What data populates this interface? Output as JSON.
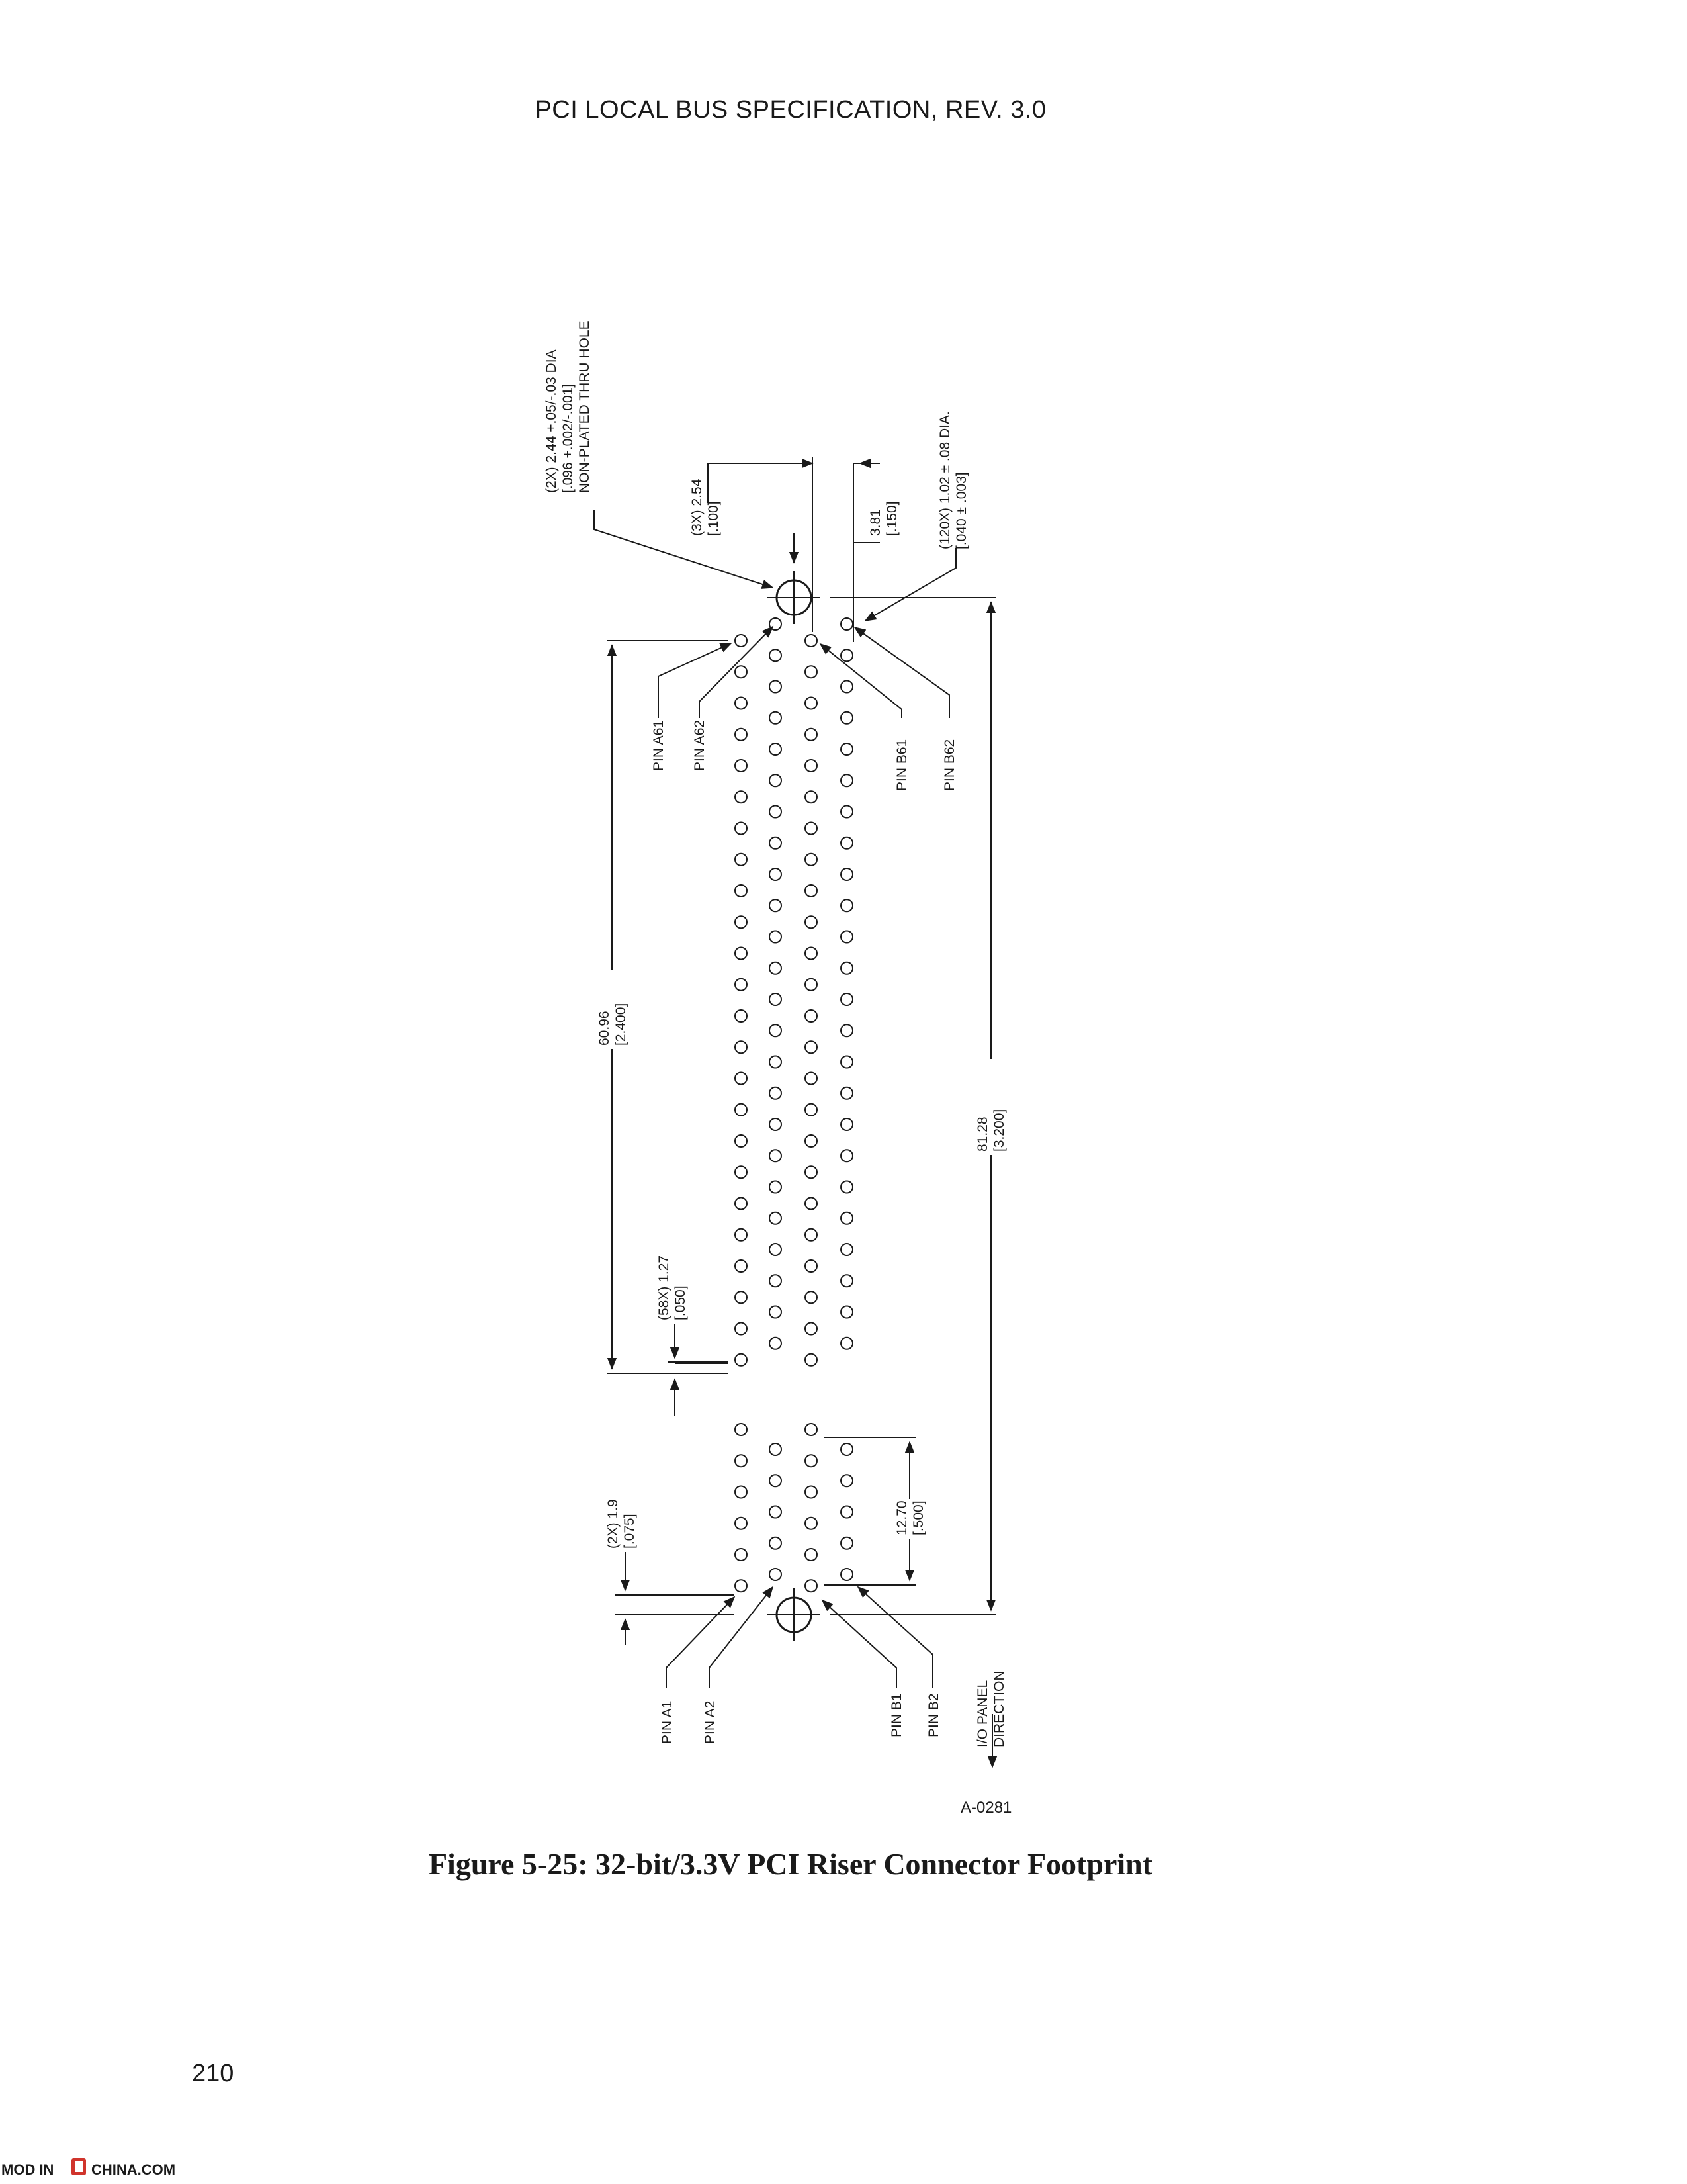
{
  "header": {
    "title": "PCI LOCAL BUS SPECIFICATION, REV. 3.0"
  },
  "diagram": {
    "callouts": {
      "mounting_hole": [
        "(2X) 2.44 +.05/-.03 DIA",
        "[.096 +.002/-.001]",
        "NON-PLATED THRU HOLE"
      ],
      "row_pitch": [
        "(3X) 2.54",
        "[.100]"
      ],
      "offset": [
        "3.81",
        "[.150]"
      ],
      "pin_hole": [
        "(120X) 1.02  ± .08 DIA.",
        "[.040 ± .003]"
      ],
      "span_60": [
        "60.96",
        "[2.400]"
      ],
      "span_81": [
        "81.28",
        "[3.200]"
      ],
      "pin_pitch": [
        "(58X) 1.27",
        "[.050]"
      ],
      "end_spacing": [
        "(2X) 1.9",
        "[.075]"
      ],
      "span_12": [
        "12.70",
        "[.500]"
      ],
      "io_panel": [
        "I/O PANEL",
        "DIRECTION"
      ]
    },
    "pins": {
      "a61": "PIN A61",
      "a62": "PIN A62",
      "b61": "PIN B61",
      "b62": "PIN B62",
      "a1": "PIN A1",
      "a2": "PIN A2",
      "b1": "PIN B1",
      "b2": "PIN B2"
    },
    "figure_id": "A-0281"
  },
  "caption": "Figure 5-25:  32-bit/3.3V PCI Riser Connector Footprint",
  "page_number": "210",
  "watermark": {
    "left": "MOD IN",
    "right": "CHINA.COM"
  }
}
